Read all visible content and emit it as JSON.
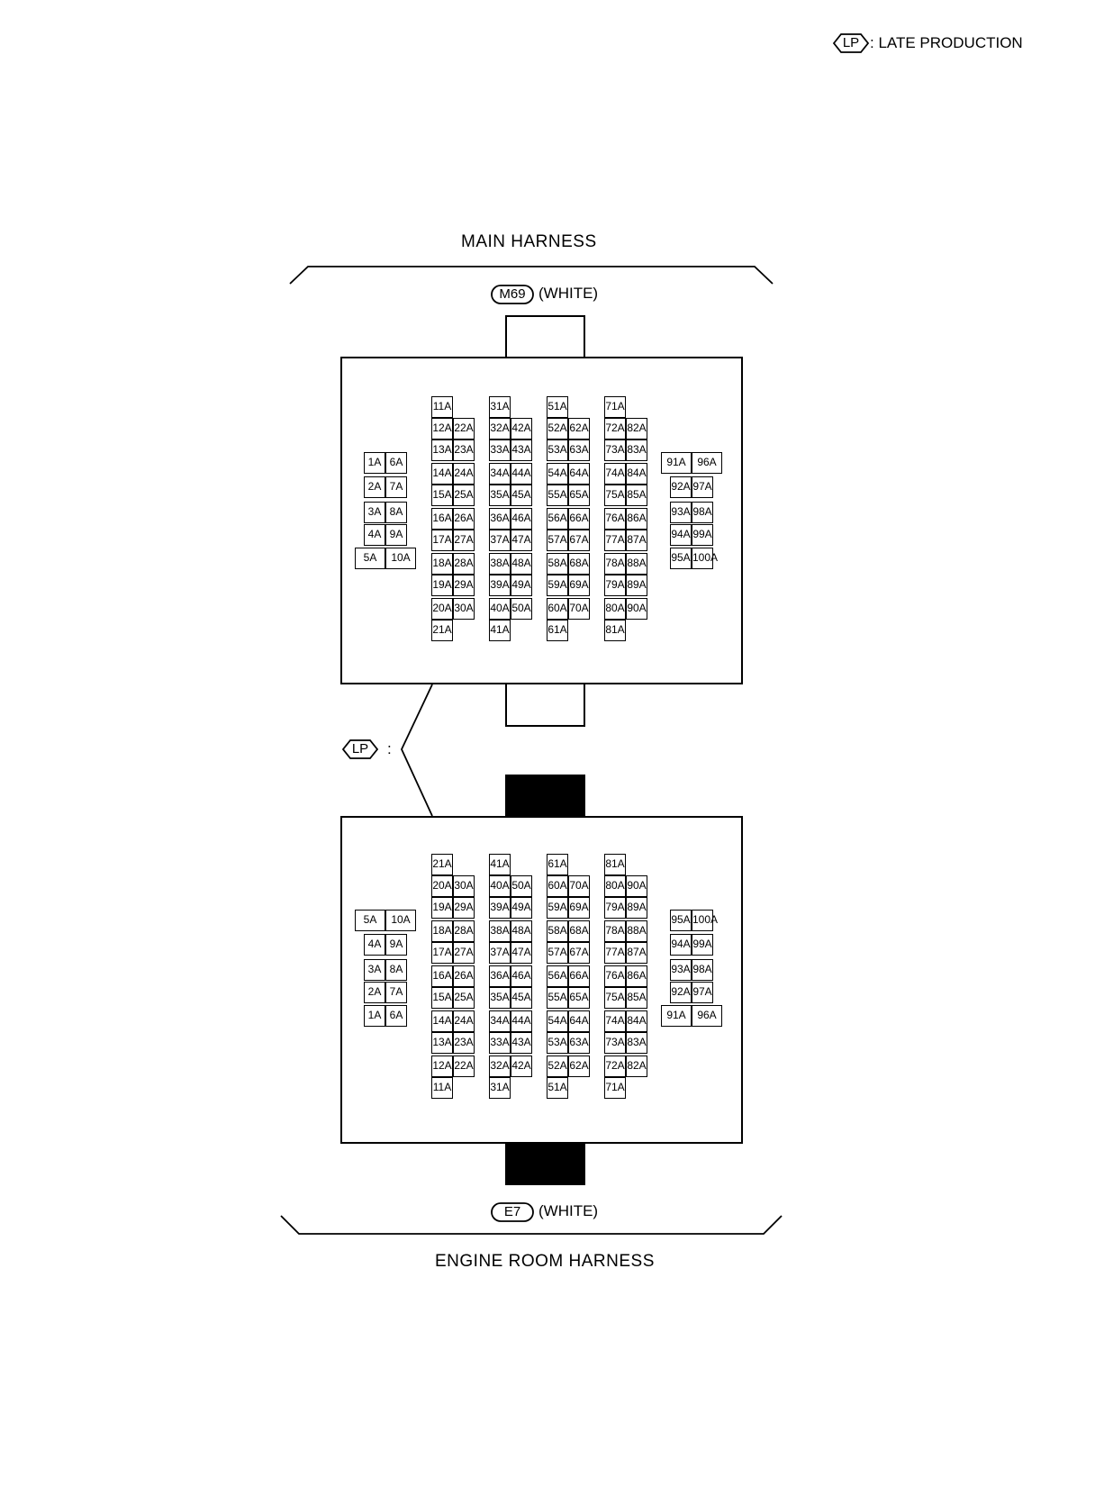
{
  "legend": {
    "badge": "LP",
    "text": ": LATE PRODUCTION"
  },
  "top": {
    "harness_label": "MAIN HARNESS",
    "connector_id": "M69",
    "connector_color": "(WHITE)"
  },
  "bottom": {
    "harness_label": "ENGINE ROOM HARNESS",
    "connector_id": "E7",
    "connector_color": "(WHITE)"
  },
  "lp_callout": {
    "badge": "LP",
    "suffix": ":"
  },
  "connectors": {
    "upper": {
      "left_block": [
        [
          "1A",
          "6A"
        ],
        [
          "2A",
          "7A"
        ],
        [
          "3A",
          "8A"
        ],
        [
          "4A",
          "9A"
        ],
        [
          "5A",
          "10A"
        ]
      ],
      "columns": [
        {
          "single_first": "11A",
          "pairs": [
            [
              "12A",
              "22A"
            ],
            [
              "13A",
              "23A"
            ],
            [
              "14A",
              "24A"
            ],
            [
              "15A",
              "25A"
            ],
            [
              "16A",
              "26A"
            ],
            [
              "17A",
              "27A"
            ],
            [
              "18A",
              "28A"
            ],
            [
              "19A",
              "29A"
            ],
            [
              "20A",
              "30A"
            ]
          ],
          "single_last": "21A"
        },
        {
          "single_first": "31A",
          "pairs": [
            [
              "32A",
              "42A"
            ],
            [
              "33A",
              "43A"
            ],
            [
              "34A",
              "44A"
            ],
            [
              "35A",
              "45A"
            ],
            [
              "36A",
              "46A"
            ],
            [
              "37A",
              "47A"
            ],
            [
              "38A",
              "48A"
            ],
            [
              "39A",
              "49A"
            ],
            [
              "40A",
              "50A"
            ]
          ],
          "single_last": "41A"
        },
        {
          "single_first": "51A",
          "pairs": [
            [
              "52A",
              "62A"
            ],
            [
              "53A",
              "63A"
            ],
            [
              "54A",
              "64A"
            ],
            [
              "55A",
              "65A"
            ],
            [
              "56A",
              "66A"
            ],
            [
              "57A",
              "67A"
            ],
            [
              "58A",
              "68A"
            ],
            [
              "59A",
              "69A"
            ],
            [
              "60A",
              "70A"
            ]
          ],
          "single_last": "61A"
        },
        {
          "single_first": "71A",
          "pairs": [
            [
              "72A",
              "82A"
            ],
            [
              "73A",
              "83A"
            ],
            [
              "74A",
              "84A"
            ],
            [
              "75A",
              "85A"
            ],
            [
              "76A",
              "86A"
            ],
            [
              "77A",
              "87A"
            ],
            [
              "78A",
              "88A"
            ],
            [
              "79A",
              "89A"
            ],
            [
              "80A",
              "90A"
            ]
          ],
          "single_last": "81A"
        }
      ],
      "right_block": [
        [
          "91A",
          "96A"
        ],
        [
          "92A",
          "97A"
        ],
        [
          "93A",
          "98A"
        ],
        [
          "94A",
          "99A"
        ],
        [
          "95A",
          "100A"
        ]
      ]
    },
    "lower": {
      "left_block": [
        [
          "5A",
          "10A"
        ],
        [
          "4A",
          "9A"
        ],
        [
          "3A",
          "8A"
        ],
        [
          "2A",
          "7A"
        ],
        [
          "1A",
          "6A"
        ]
      ],
      "columns": [
        {
          "single_first": "21A",
          "pairs": [
            [
              "20A",
              "30A"
            ],
            [
              "19A",
              "29A"
            ],
            [
              "18A",
              "28A"
            ],
            [
              "17A",
              "27A"
            ],
            [
              "16A",
              "26A"
            ],
            [
              "15A",
              "25A"
            ],
            [
              "14A",
              "24A"
            ],
            [
              "13A",
              "23A"
            ],
            [
              "12A",
              "22A"
            ]
          ],
          "single_last": "11A"
        },
        {
          "single_first": "41A",
          "pairs": [
            [
              "40A",
              "50A"
            ],
            [
              "39A",
              "49A"
            ],
            [
              "38A",
              "48A"
            ],
            [
              "37A",
              "47A"
            ],
            [
              "36A",
              "46A"
            ],
            [
              "35A",
              "45A"
            ],
            [
              "34A",
              "44A"
            ],
            [
              "33A",
              "43A"
            ],
            [
              "32A",
              "42A"
            ]
          ],
          "single_last": "31A"
        },
        {
          "single_first": "61A",
          "pairs": [
            [
              "60A",
              "70A"
            ],
            [
              "59A",
              "69A"
            ],
            [
              "58A",
              "68A"
            ],
            [
              "57A",
              "67A"
            ],
            [
              "56A",
              "66A"
            ],
            [
              "55A",
              "65A"
            ],
            [
              "54A",
              "64A"
            ],
            [
              "53A",
              "63A"
            ],
            [
              "52A",
              "62A"
            ]
          ],
          "single_last": "51A"
        },
        {
          "single_first": "81A",
          "pairs": [
            [
              "80A",
              "90A"
            ],
            [
              "79A",
              "89A"
            ],
            [
              "78A",
              "88A"
            ],
            [
              "77A",
              "87A"
            ],
            [
              "76A",
              "86A"
            ],
            [
              "75A",
              "85A"
            ],
            [
              "74A",
              "84A"
            ],
            [
              "73A",
              "83A"
            ],
            [
              "72A",
              "82A"
            ]
          ],
          "single_last": "71A"
        }
      ],
      "right_block": [
        [
          "95A",
          "100A"
        ],
        [
          "94A",
          "99A"
        ],
        [
          "93A",
          "98A"
        ],
        [
          "92A",
          "97A"
        ],
        [
          "91A",
          "96A"
        ]
      ]
    }
  }
}
